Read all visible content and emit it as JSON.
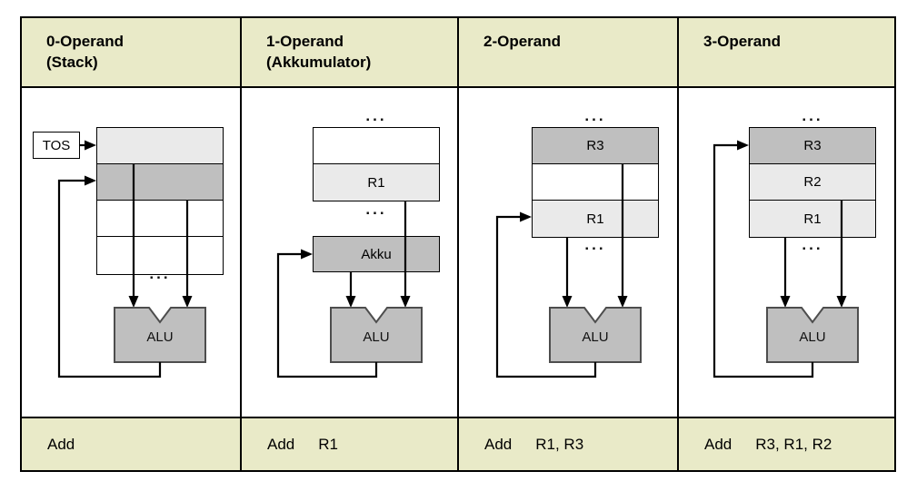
{
  "colors": {
    "band-bg": "#e9eac8",
    "box-dark": "#bfbfbf",
    "box-light": "#eaeaea",
    "box-white": "#ffffff",
    "alu-fill": "#bfbfbf",
    "alu-stroke": "#4d4d4d",
    "line": "#000000"
  },
  "columns": [
    {
      "header_line1": "0-Operand",
      "header_line2": "(Stack)",
      "tos_label": "TOS",
      "dots_below": "...",
      "alu_label": "ALU",
      "instruction": {
        "mnemonic": "Add",
        "operands": ""
      }
    },
    {
      "header_line1": "1-Operand",
      "header_line2": "(Akkumulator)",
      "dots_top": "...",
      "dots_below": "...",
      "register_labels": [
        "",
        "R1"
      ],
      "akku_label": "Akku",
      "alu_label": "ALU",
      "instruction": {
        "mnemonic": "Add",
        "operands": "R1"
      }
    },
    {
      "header_line1": "2-Operand",
      "header_line2": "",
      "dots_top": "...",
      "dots_below": "...",
      "register_labels": [
        "R3",
        "",
        "R1"
      ],
      "alu_label": "ALU",
      "instruction": {
        "mnemonic": "Add",
        "operands": "R1, R3"
      }
    },
    {
      "header_line1": "3-Operand",
      "header_line2": "",
      "dots_top": "...",
      "dots_below": "...",
      "register_labels": [
        "R3",
        "R2",
        "R1"
      ],
      "alu_label": "ALU",
      "instruction": {
        "mnemonic": "Add",
        "operands": "R3, R1, R2"
      }
    }
  ]
}
